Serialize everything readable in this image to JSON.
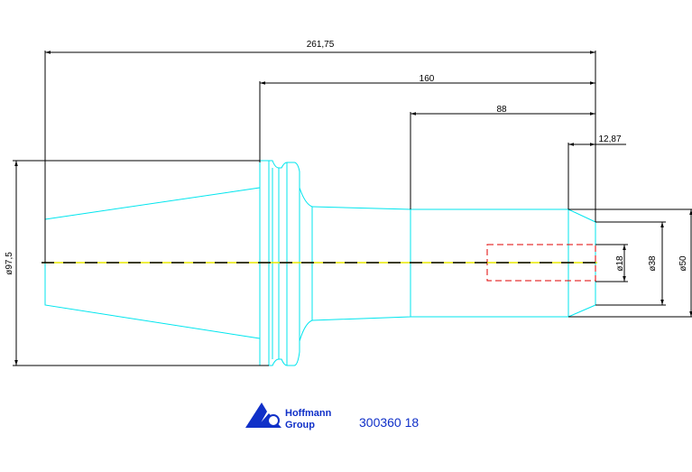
{
  "dimensions": {
    "overall_length": "261,75",
    "length_160": "160",
    "length_88": "88",
    "length_12_87": "12,87",
    "dia_97_5": "ø97,5",
    "dia_18": "ø18",
    "dia_38": "ø38",
    "dia_50": "ø50"
  },
  "footer": {
    "logo_line1": "Hoffmann",
    "logo_line2": "Group",
    "part_number": "300360 18"
  },
  "colors": {
    "part_outline": "#00e5ee",
    "dimension_lines": "#000000",
    "hidden_bore": "#e00000",
    "centerline": "#e8e800",
    "logo": "#1030c8"
  }
}
